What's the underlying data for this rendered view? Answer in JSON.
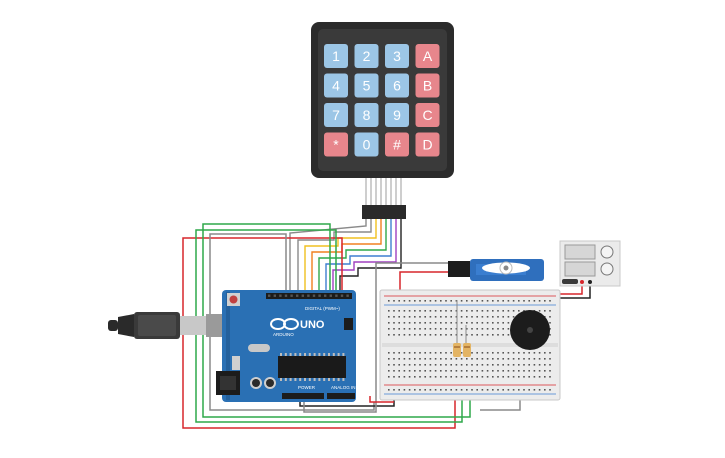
{
  "keypad": {
    "keys": [
      {
        "label": "1",
        "kind": "num"
      },
      {
        "label": "2",
        "kind": "num"
      },
      {
        "label": "3",
        "kind": "num"
      },
      {
        "label": "A",
        "kind": "op"
      },
      {
        "label": "4",
        "kind": "num"
      },
      {
        "label": "5",
        "kind": "num"
      },
      {
        "label": "6",
        "kind": "num"
      },
      {
        "label": "B",
        "kind": "op"
      },
      {
        "label": "7",
        "kind": "num"
      },
      {
        "label": "8",
        "kind": "num"
      },
      {
        "label": "9",
        "kind": "num"
      },
      {
        "label": "C",
        "kind": "op"
      },
      {
        "label": "*",
        "kind": "op"
      },
      {
        "label": "0",
        "kind": "num"
      },
      {
        "label": "#",
        "kind": "op"
      },
      {
        "label": "D",
        "kind": "op"
      }
    ]
  },
  "arduino": {
    "model": "UNO",
    "brand": "ARDUINO",
    "digital_label": "DIGITAL (PWM~)",
    "power_label": "POWER",
    "analog_label": "ANALOG IN"
  },
  "colors": {
    "key_num": "#9cc6e6",
    "key_op": "#e7868c",
    "board": "#2a70b4",
    "wire_red": "#d7262c",
    "wire_green": "#2fa84a",
    "wire_blue": "#3f7fd0",
    "wire_gray": "#8a8a8a",
    "wire_yellow": "#f0c020",
    "wire_orange": "#f08020",
    "wire_purple": "#a040c0",
    "wire_black": "#222222"
  }
}
